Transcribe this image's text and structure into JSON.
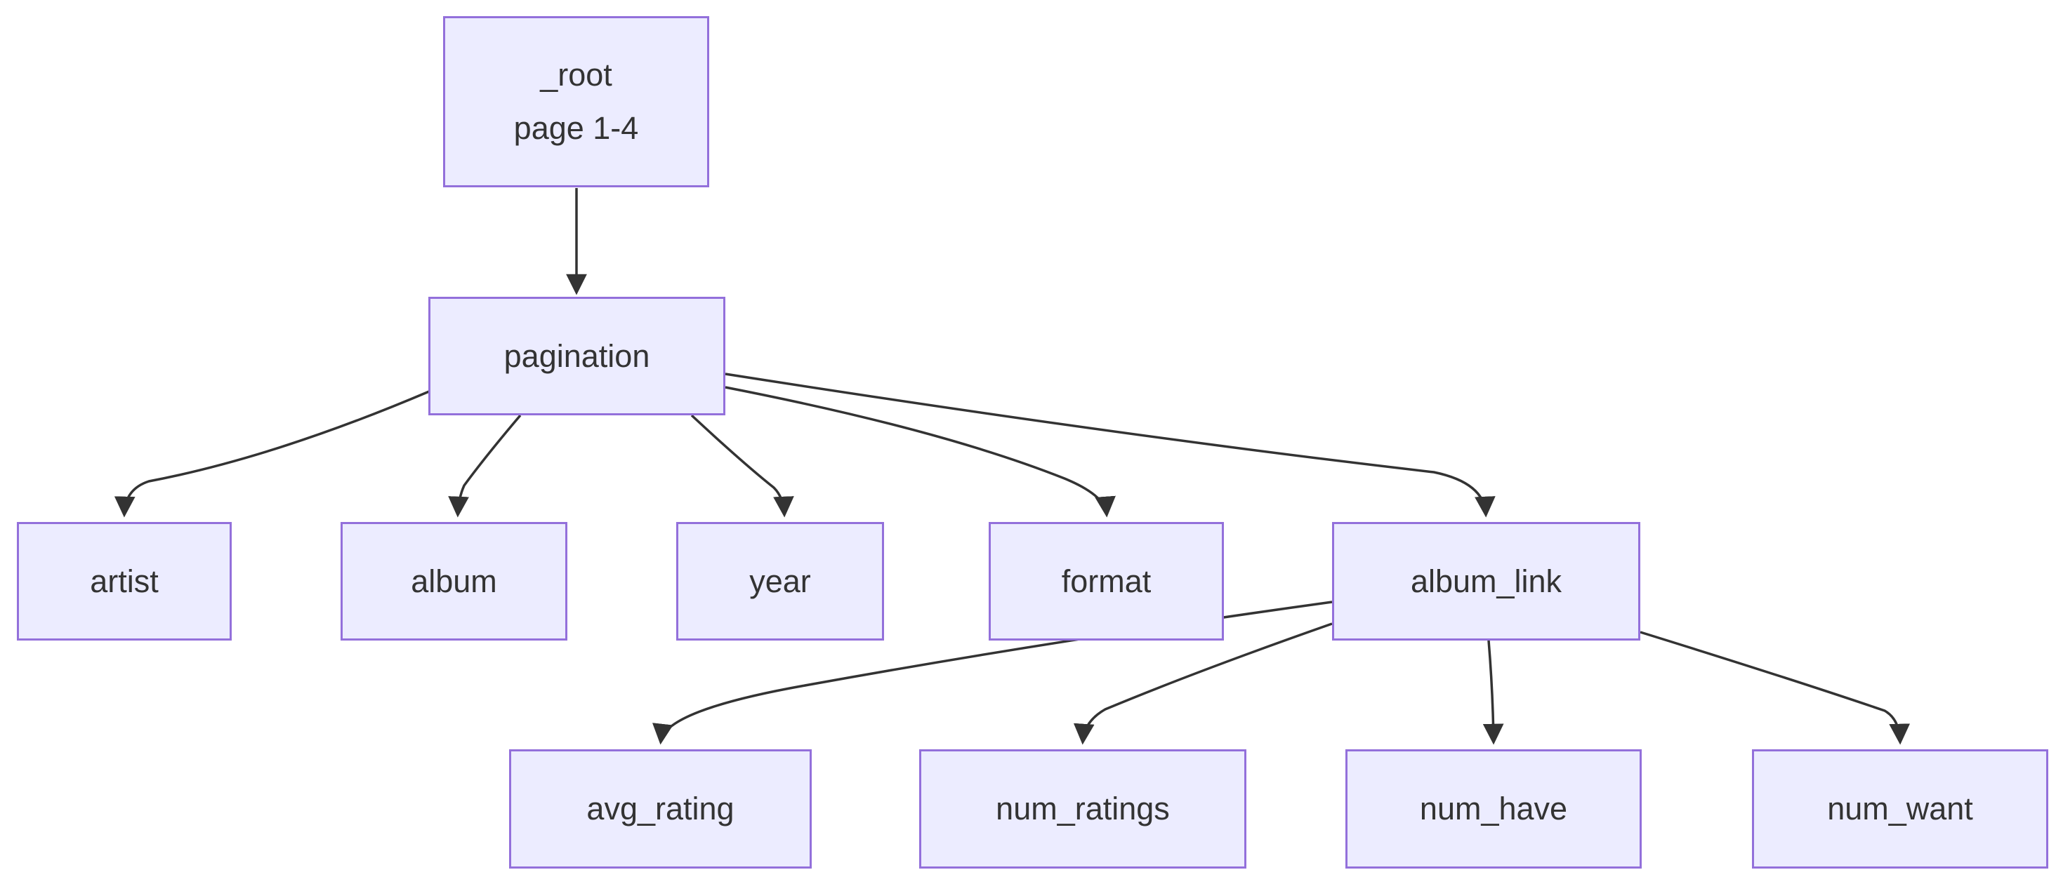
{
  "diagram": {
    "colors": {
      "node_fill": "#ECECFF",
      "node_border": "#9370DB",
      "edge": "#333333",
      "text": "#333333",
      "background": "#ffffff"
    },
    "nodes": {
      "root": {
        "label": "_root",
        "sublabel": "page 1-4"
      },
      "pagination": {
        "label": "pagination"
      },
      "artist": {
        "label": "artist"
      },
      "album": {
        "label": "album"
      },
      "year": {
        "label": "year"
      },
      "format": {
        "label": "format"
      },
      "album_link": {
        "label": "album_link"
      },
      "avg_rating": {
        "label": "avg_rating"
      },
      "num_ratings": {
        "label": "num_ratings"
      },
      "num_have": {
        "label": "num_have"
      },
      "num_want": {
        "label": "num_want"
      }
    },
    "edges": [
      {
        "from": "_root",
        "to": "pagination"
      },
      {
        "from": "pagination",
        "to": "artist"
      },
      {
        "from": "pagination",
        "to": "album"
      },
      {
        "from": "pagination",
        "to": "year"
      },
      {
        "from": "pagination",
        "to": "format"
      },
      {
        "from": "pagination",
        "to": "album_link"
      },
      {
        "from": "album_link",
        "to": "avg_rating"
      },
      {
        "from": "album_link",
        "to": "num_ratings"
      },
      {
        "from": "album_link",
        "to": "num_have"
      },
      {
        "from": "album_link",
        "to": "num_want"
      }
    ]
  }
}
